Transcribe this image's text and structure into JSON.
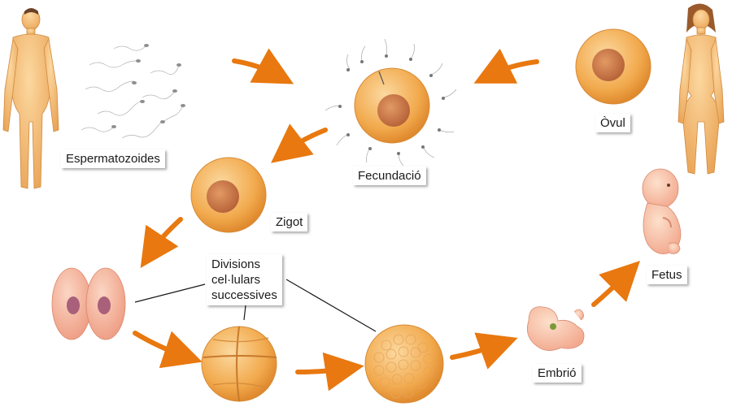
{
  "labels": {
    "sperm": "Espermatozoides",
    "fertilization": "Fecundació",
    "ovum": "Òvul",
    "zygote": "Zigot",
    "divisions": [
      "Divisions",
      "cel·lulars",
      "successives"
    ],
    "embryo": "Embrió",
    "fetus": "Fetus"
  },
  "colors": {
    "arrow": "#e8780f",
    "cell": "#f0a84a",
    "nucleus": "#c8703a",
    "skin": "#f3b86a"
  }
}
